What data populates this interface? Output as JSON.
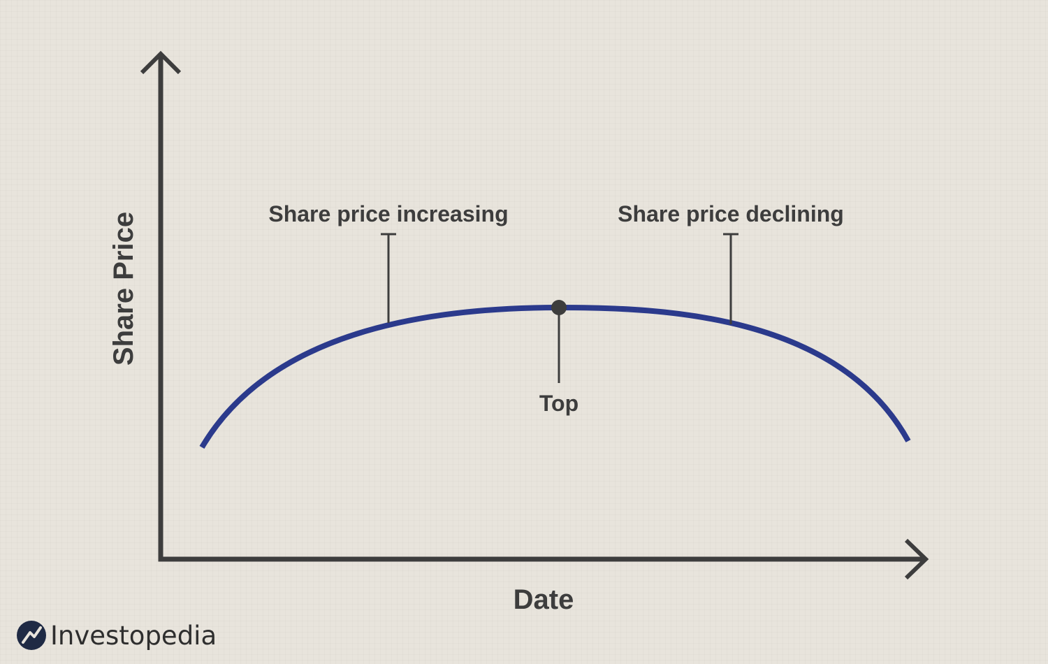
{
  "diagram": {
    "y_axis_label": "Share Price",
    "x_axis_label": "Date",
    "annotations": {
      "rising": "Share price increasing",
      "top": "Top",
      "falling": "Share price declining"
    },
    "colors": {
      "background": "#e8e4dc",
      "curve": "#2b3a8c",
      "axes": "#3d3d3d",
      "text": "#3d3d3d"
    }
  },
  "brand": {
    "name": "Investopedia",
    "icon": "investopedia-logo-icon"
  }
}
